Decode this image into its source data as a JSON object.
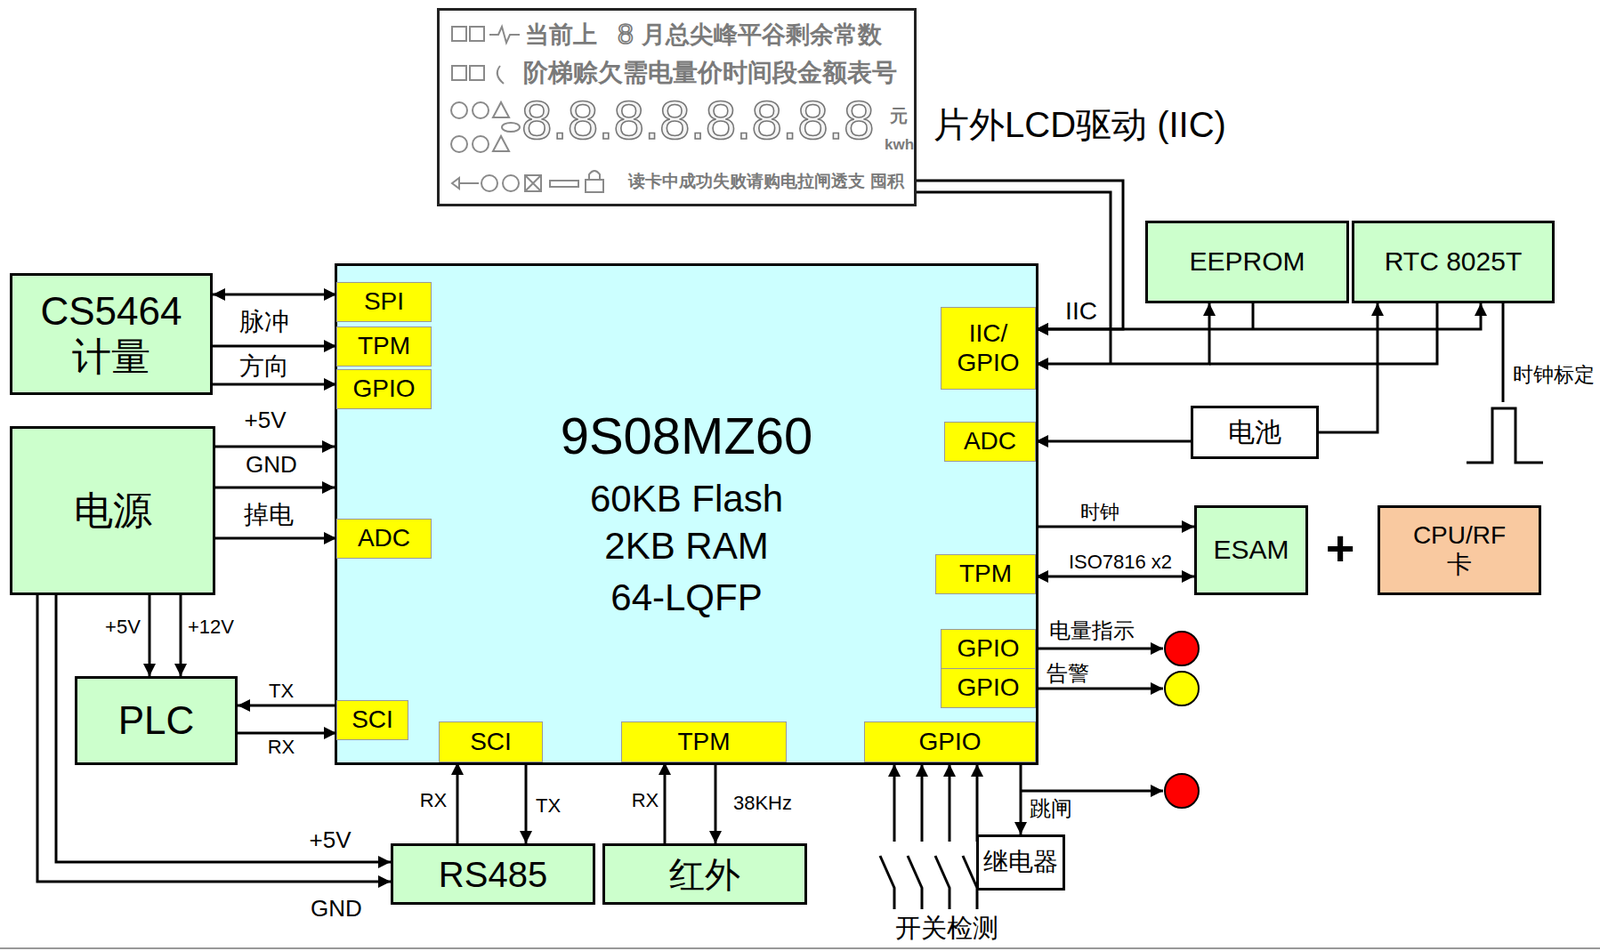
{
  "diagram": {
    "nodes": [
      {
        "text": [
          "当前上",
          "8",
          "月总尖峰平谷剩余常数",
          "阶梯赊欠需电量价时间段金额表号",
          "8.8.8.8.8.8.8.8",
          "元",
          "kwh",
          "读卡中成功失败请购电拉闸透支",
          "囤积",
          "片外LCD驱动 (IIC)"
        ]
      },
      {
        "text": [
          "EEPROM"
        ]
      },
      {
        "text": [
          "RTC 8025T"
        ]
      },
      {
        "text": [
          "CS5464 计量"
        ]
      },
      {
        "text": [
          "电池"
        ]
      },
      {
        "text": [
          "电源"
        ]
      },
      {
        "text": [
          "9S08MZ60",
          "60KB Flash",
          "2KB RAM",
          "64-LQFP"
        ]
      },
      {
        "text": [
          "SPI"
        ],
        "in": 6
      },
      {
        "text": [
          "TPM"
        ],
        "in": 6
      },
      {
        "text": [
          "GPIO"
        ],
        "in": 6
      },
      {
        "text": [
          "IIC/ GPIO"
        ],
        "in": 6
      },
      {
        "text": [
          "ADC"
        ],
        "in": 6
      },
      {
        "text": [
          "ADC"
        ],
        "in": 6
      },
      {
        "text": [
          "TPM"
        ],
        "in": 6
      },
      {
        "text": [
          "GPIO"
        ],
        "in": 6
      },
      {
        "text": [
          "GPIO"
        ],
        "in": 6
      },
      {
        "text": [
          "SCI"
        ],
        "in": 6
      },
      {
        "text": [
          "SCI"
        ],
        "in": 6
      },
      {
        "text": [
          "TPM"
        ],
        "in": 6
      },
      {
        "text": [
          "GPIO"
        ],
        "in": 6
      },
      {
        "text": [
          "ESAM"
        ]
      },
      {
        "text": [
          "CPU/RF 卡"
        ]
      },
      {
        "text": [
          "PLC"
        ]
      },
      {
        "text": [
          "RS485"
        ]
      },
      {
        "text": [
          "红外"
        ]
      },
      {
        "text": [
          "继电器"
        ]
      }
    ],
    "edges": [
      {
        "from": 3,
        "to": 7,
        "arrow": "both"
      },
      {
        "from": 3,
        "to": 8,
        "label": "脉冲",
        "arrow": "to"
      },
      {
        "from": 3,
        "to": 9,
        "label": "方向",
        "arrow": "to"
      },
      {
        "from": 5,
        "to": 6,
        "label": "+5V",
        "arrow": "to"
      },
      {
        "from": 5,
        "to": 6,
        "label": "GND",
        "arrow": "to"
      },
      {
        "from": 5,
        "to": 12,
        "label": "掉电",
        "arrow": "to"
      },
      {
        "from": 5,
        "to": 22,
        "label": "+5V",
        "arrow": "to"
      },
      {
        "from": 5,
        "to": 22,
        "label": "+12V",
        "arrow": "to"
      },
      {
        "from": 16,
        "to": 22,
        "label": "TX",
        "arrow": "to"
      },
      {
        "from": 22,
        "to": 16,
        "label": "RX",
        "arrow": "to"
      },
      {
        "from": 5,
        "to": 23,
        "label": "+5V",
        "arrow": "to"
      },
      {
        "from": 5,
        "to": 23,
        "label": "GND",
        "arrow": "to"
      },
      {
        "from": 23,
        "to": 17,
        "label": "RX",
        "arrow": "to"
      },
      {
        "from": 17,
        "to": 23,
        "label": "TX",
        "arrow": "to"
      },
      {
        "from": 24,
        "to": 18,
        "label": "RX",
        "arrow": "to"
      },
      {
        "from": 18,
        "to": 24,
        "label": "38KHz",
        "arrow": "to"
      },
      {
        "from": 19,
        "to": 25,
        "label": "跳闸",
        "arrow": "to"
      },
      {
        "from": 10,
        "to": 1,
        "label": "IIC",
        "arrow": "both"
      },
      {
        "from": 10,
        "to": 2,
        "arrow": "both"
      },
      {
        "from": 0,
        "to": 10,
        "arrow": "to"
      },
      {
        "from": 4,
        "to": 2,
        "arrow": "to"
      },
      {
        "from": 4,
        "to": 11,
        "arrow": "to"
      },
      {
        "from": 6,
        "to": 20,
        "label": "时钟",
        "arrow": "to"
      },
      {
        "from": 13,
        "to": 20,
        "label": "ISO7816 x2",
        "arrow": "both"
      }
    ],
    "labels": [
      "电量指示",
      "告警",
      "开关检测",
      "时钟标定",
      "+"
    ]
  }
}
